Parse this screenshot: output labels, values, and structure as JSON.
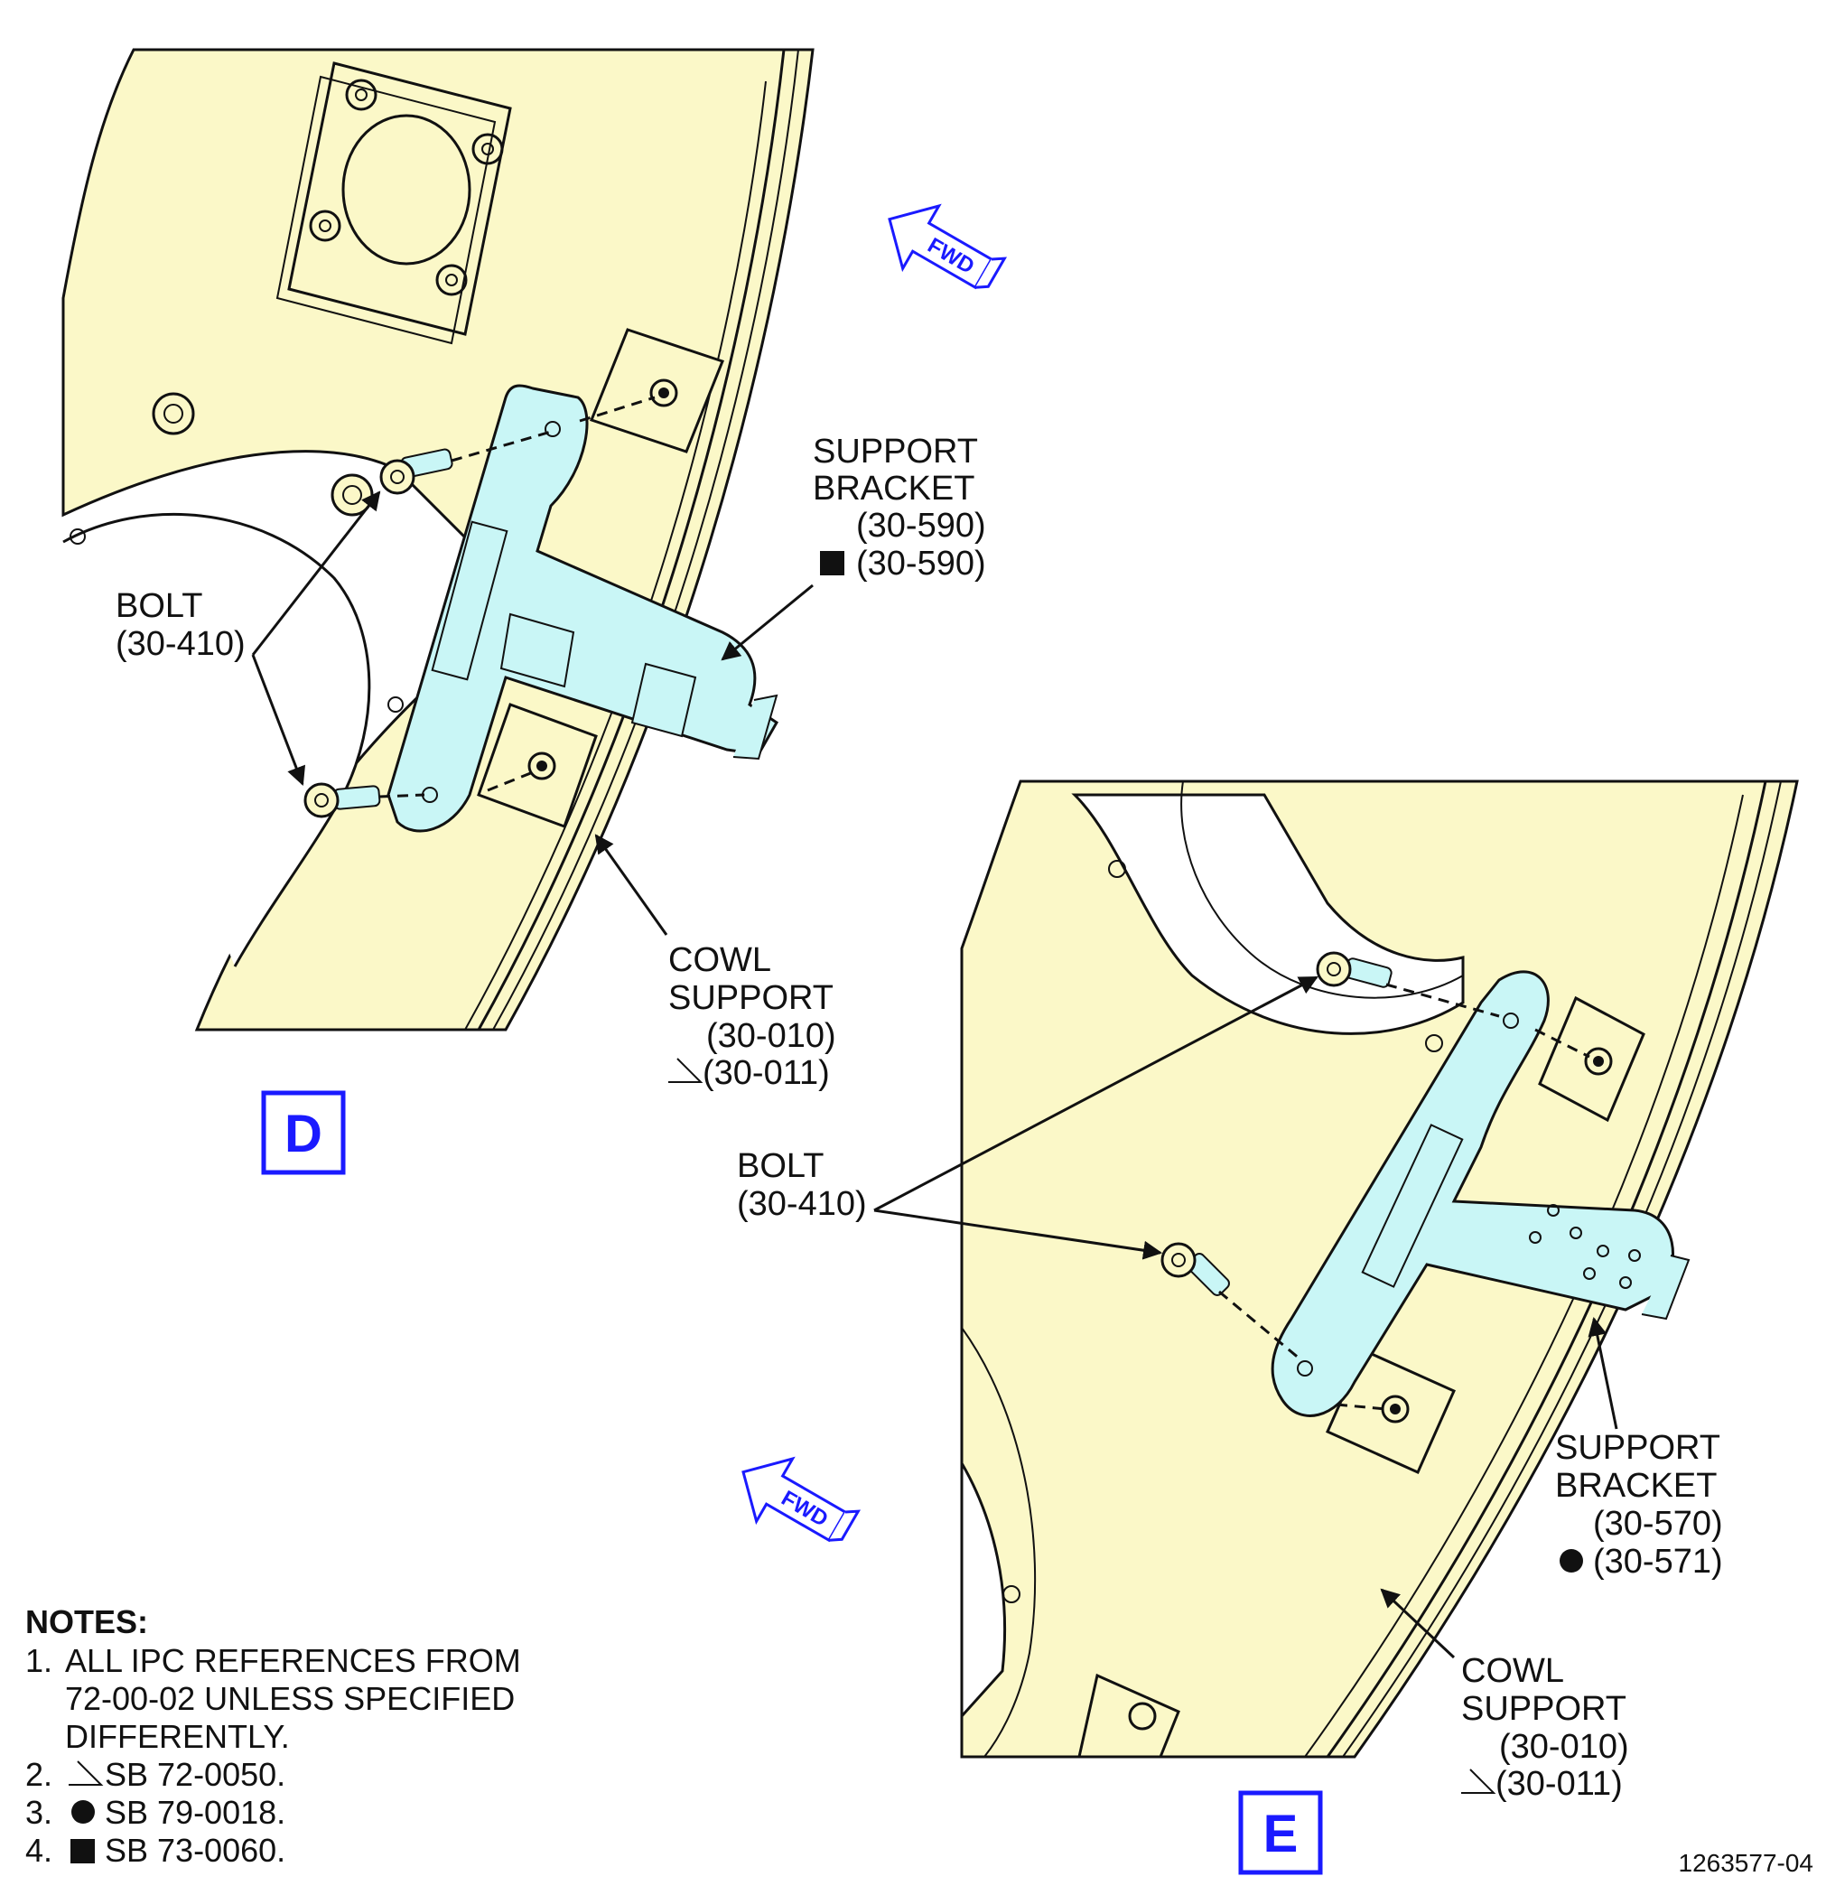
{
  "colors": {
    "panel": "#fbf8c8",
    "bracket": "#c9f6f6",
    "view_label": "#1a1aff",
    "fwd_arrow": "#1a1aff",
    "line": "#111111"
  },
  "views": [
    {
      "label": "D",
      "fwd_label": "FWD",
      "callouts": {
        "support_bracket": {
          "line1": "SUPPORT",
          "line2": "BRACKET",
          "ref1": "(30-590)",
          "ref2": "(30-590)",
          "ref2_symbol": "square"
        },
        "bolt": {
          "line1": "BOLT",
          "ref": "(30-410)"
        },
        "cowl_support": {
          "line1": "COWL",
          "line2": "SUPPORT",
          "ref1": "(30-010)",
          "ref2": "(30-011)",
          "ref2_symbol": "triangle"
        }
      }
    },
    {
      "label": "E",
      "fwd_label": "FWD",
      "callouts": {
        "support_bracket": {
          "line1": "SUPPORT",
          "line2": "BRACKET",
          "ref1": "(30-570)",
          "ref2": "(30-571)",
          "ref2_symbol": "circle"
        },
        "bolt": {
          "line1": "BOLT",
          "ref": "(30-410)"
        },
        "cowl_support": {
          "line1": "COWL",
          "line2": "SUPPORT",
          "ref1": "(30-010)",
          "ref2": "(30-011)",
          "ref2_symbol": "triangle"
        }
      }
    }
  ],
  "notes": {
    "heading": "NOTES:",
    "items": [
      {
        "number": "1.",
        "lines": [
          "ALL IPC REFERENCES FROM",
          "72-00-02 UNLESS SPECIFIED",
          "DIFFERENTLY."
        ]
      },
      {
        "number": "2.",
        "symbol": "triangle",
        "text": "SB 72-0050."
      },
      {
        "number": "3.",
        "symbol": "circle",
        "text": "SB 79-0018."
      },
      {
        "number": "4.",
        "symbol": "square",
        "text": "SB 73-0060."
      }
    ]
  },
  "drawing_number": "1263577-04"
}
